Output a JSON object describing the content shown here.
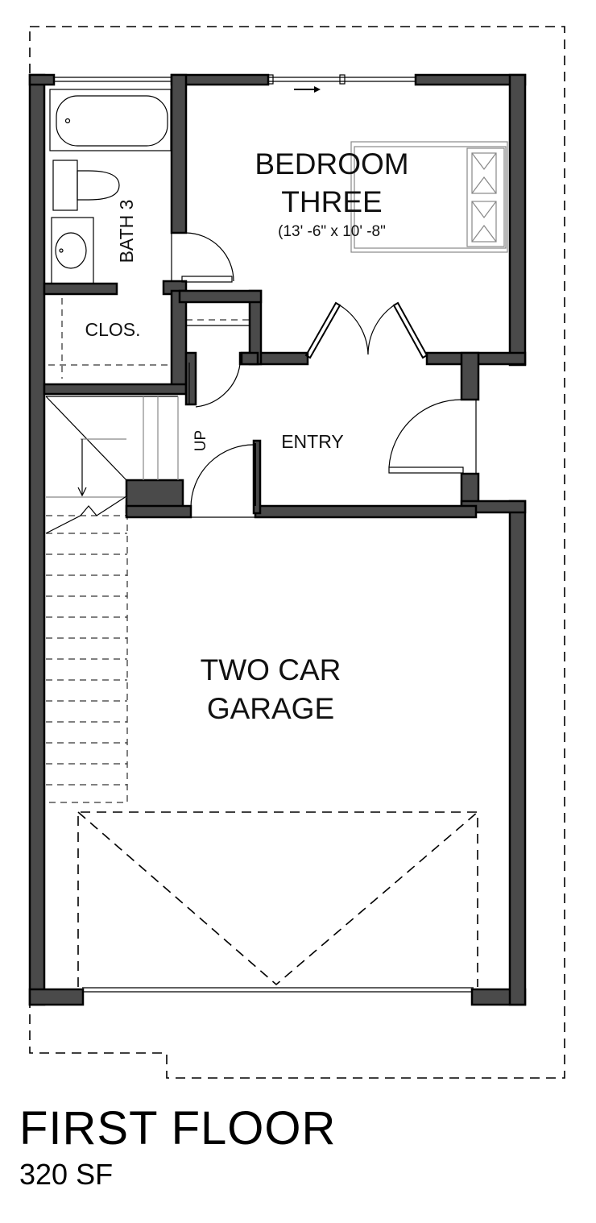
{
  "rooms": {
    "bedroom_line1": "BEDROOM",
    "bedroom_line2": "THREE",
    "bedroom_dims": "(13' -6\" x 10' -8\"",
    "bath": "BATH 3",
    "closet": "CLOS.",
    "entry": "ENTRY",
    "stair_up": "UP",
    "garage_line1": "TWO CAR",
    "garage_line2": "GARAGE"
  },
  "footer": {
    "title": "FIRST FLOOR",
    "area": "320 SF"
  }
}
